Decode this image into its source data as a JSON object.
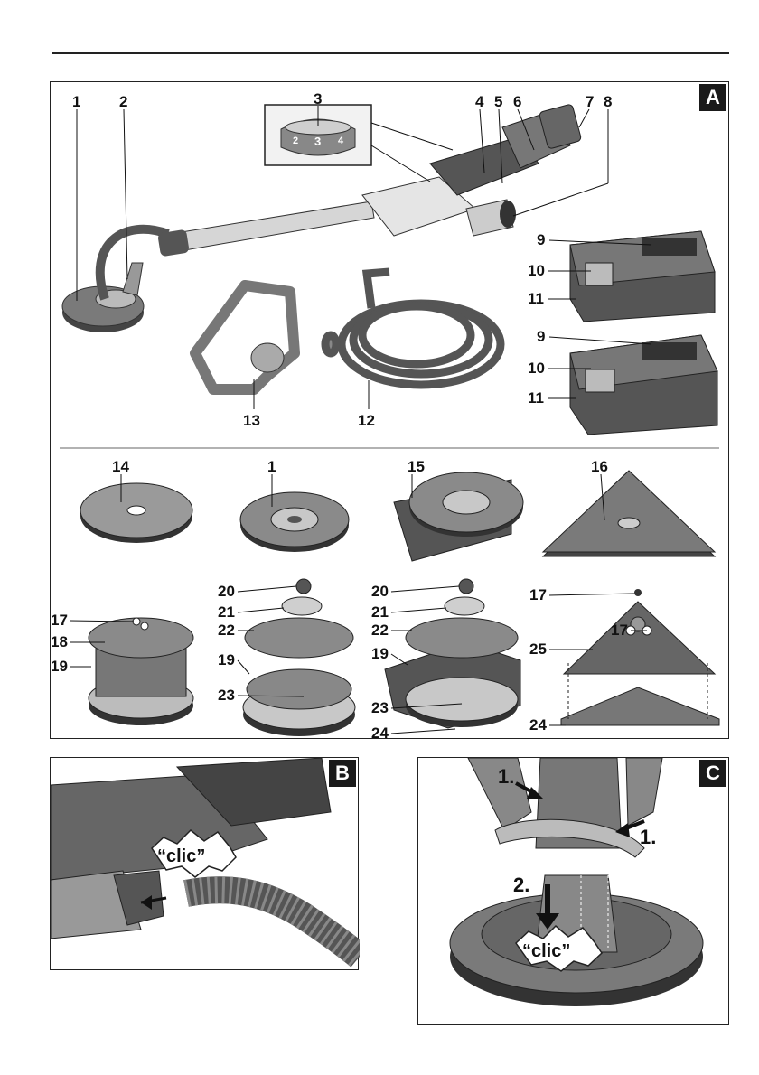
{
  "panels": {
    "a": {
      "badge": "A"
    },
    "b": {
      "badge": "B"
    },
    "c": {
      "badge": "C"
    }
  },
  "labels": {
    "l1": "1",
    "l2": "2",
    "l3": "3",
    "l4": "4",
    "l5": "5",
    "l6": "6",
    "l7": "7",
    "l8": "8",
    "l9a": "9",
    "l10a": "10",
    "l11a": "11",
    "l9b": "9",
    "l10b": "10",
    "l11b": "11",
    "l12": "12",
    "l13": "13",
    "l14": "14",
    "l1b": "1",
    "l15": "15",
    "l16": "16",
    "l17a": "17",
    "l18": "18",
    "l19a": "19",
    "l20a": "20",
    "l21a": "21",
    "l22a": "22",
    "l19b": "19",
    "l23a": "23",
    "l20b": "20",
    "l21b": "21",
    "l22b": "22",
    "l19c": "19",
    "l23b": "23",
    "l24a": "24",
    "l17b": "17",
    "l17c": "17",
    "l25": "25",
    "l24b": "24"
  },
  "dial": {
    "n2": "2",
    "n3": "3",
    "n4": "4"
  },
  "sounds": {
    "clic_b": "“clic”",
    "clic_c": "“clic”"
  },
  "steps": {
    "s1a": "1.",
    "s1b": "1.",
    "s2": "2."
  }
}
